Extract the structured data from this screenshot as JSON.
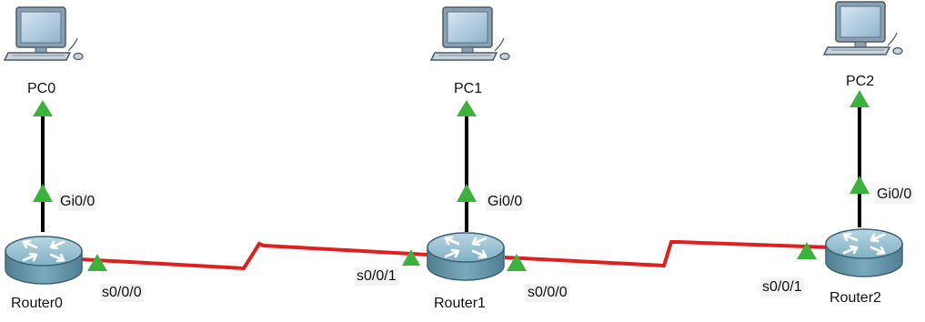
{
  "devices": {
    "pc0": {
      "label": "PC0",
      "icon": "pc-icon"
    },
    "pc1": {
      "label": "PC1",
      "icon": "pc-icon"
    },
    "pc2": {
      "label": "PC2",
      "icon": "pc-icon"
    },
    "router0": {
      "label": "Router0",
      "icon": "router-icon"
    },
    "router1": {
      "label": "Router1",
      "icon": "router-icon"
    },
    "router2": {
      "label": "Router2",
      "icon": "router-icon"
    }
  },
  "interfaces": {
    "router0_gi": "Gi0/0",
    "router1_gi": "Gi0/0",
    "router2_gi": "Gi0/0",
    "router0_serial": "s0/0/0",
    "router1_serial_left": "s0/0/1",
    "router1_serial_right": "s0/0/0",
    "router2_serial": "s0/0/1"
  },
  "colors": {
    "ethernet_link": "#000000",
    "serial_link": "#e02020",
    "link_up_indicator": "#3cb23c",
    "router_body": "#6fa3b8",
    "pc_screen": "#a9c8de"
  }
}
